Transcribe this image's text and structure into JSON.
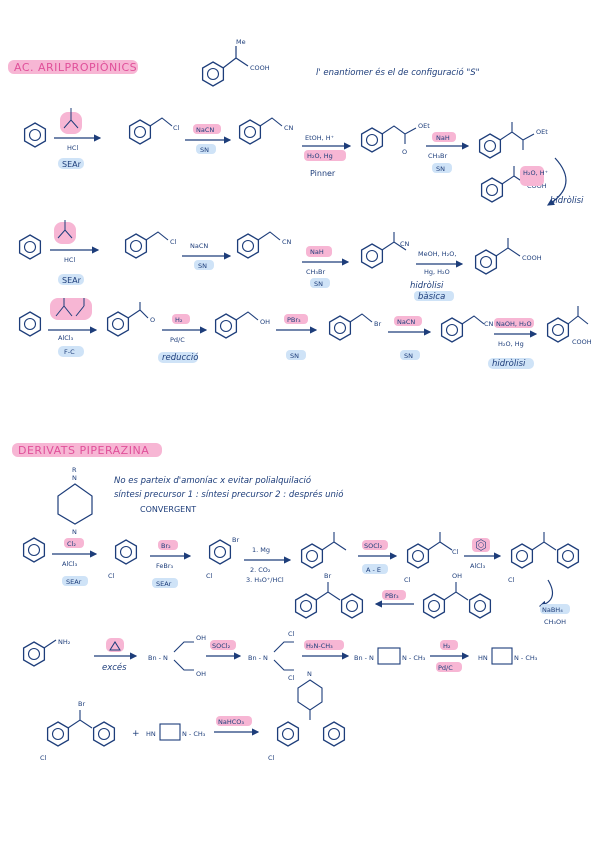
{
  "section1": {
    "title": "AC. ARILPROPIÒNICS",
    "acid_label": "COOH",
    "enantiomer_note": "l' enantiomer és el de configuració \"S\"",
    "route1": {
      "step1_reagent": "HCl",
      "step1_label": "SEAr",
      "step2_reagent": "NaCN",
      "step2_label": "SN",
      "step3_reagent_1": "EtOH, H⁺",
      "step3_reagent_2": "H₂O, Hg",
      "step3_label": "Pinner",
      "step4_reagent_1": "NaH",
      "step4_reagent_2": "CH₃Br",
      "step4_label": "SN",
      "step5_reagent": "H₂O, H⁺",
      "step5_label": "hidròlisi",
      "ester_label": "OEt",
      "product_label": "COOH"
    },
    "route2": {
      "step1_reagent": "HCl",
      "step1_label": "SEAr",
      "step2_reagent": "NaCN",
      "step2_label": "SN",
      "step3_reagent_1": "NaH",
      "step3_reagent_2": "CH₃Br",
      "step3_label": "SN",
      "step4_reagent_1": "MeOH, H₂O,",
      "step4_reagent_2": "Hg, H₂O",
      "step4_label_1": "hidròlisi",
      "step4_label_2": "bàsica",
      "product_label": "COOH"
    },
    "route3": {
      "step1_reagent": "AlCl₃",
      "step1_label": "F-C",
      "step2_reagent_1": "H₂",
      "step2_reagent_2": "Pd/C",
      "step2_label": "reducció",
      "step3_reagent": "PBr₃",
      "step3_label": "SN",
      "step4_reagent": "NaCN",
      "step4_label": "SN",
      "step5_reagent_1": "NaOH, H₂O",
      "step5_reagent_2": "H₂O, Hg",
      "step5_label": "hidròlisi",
      "oh_label": "OH",
      "br_label": "Br",
      "cn_label": "CN",
      "product_label": "COOH"
    }
  },
  "section2": {
    "title": "DERIVATS  PIPERAZINA",
    "piperazine_n": "N",
    "piperazine_r": "R",
    "note1": "No es parteix d'amoníac x evitar polialquilació",
    "note2": "síntesi precursor 1 : síntesi precursor 2 : després unió",
    "note3": "CONVERGENT",
    "chain1": {
      "step1_reagent_1": "Cl₂",
      "step1_reagent_2": "AlCl₃",
      "step1_label": "SEAr",
      "step2_reagent_1": "Br₂",
      "step2_reagent_2": "FeBr₃",
      "step2_label": "SEAr",
      "step3_reagent_1": "1. Mg",
      "step3_reagent_2": "2. CO₂",
      "step3_reagent_3": "3. H₃O⁺/HCl",
      "step4_reagent": "SOCl₂",
      "step4_label": "A - E",
      "step5_reagent": "AlCl₃",
      "step6_reagent_1": "NaBH₄",
      "step6_reagent_2": "CH₃OH",
      "step7_reagent": "PBr₃",
      "cl_label": "Cl",
      "br_label": "Br",
      "oh_label": "OH"
    },
    "chain2": {
      "start_label": "NH₂",
      "step1_label": "excés",
      "step2_reagent": "SOCl₂",
      "step3_reagent": "H₂N-CH₃",
      "step4_reagent_1": "H₂",
      "step4_reagent_2": "Pd/C",
      "bn_label_1": "Bn - N",
      "bn_label_2": "Bn - N",
      "bn_label_3": "Bn - N",
      "oh_label": "OH",
      "cl_label": "Cl",
      "ch3_label": "N - CH₃",
      "hn_label": "HN",
      "final_label": "N - CH₃"
    },
    "coupling": {
      "plus": "+",
      "reagent": "NaHCO₃",
      "cl_label": "Cl",
      "br_label": "Br",
      "hn_label": "HN",
      "ch3_label": "N - CH₃",
      "product_n": "N"
    }
  }
}
